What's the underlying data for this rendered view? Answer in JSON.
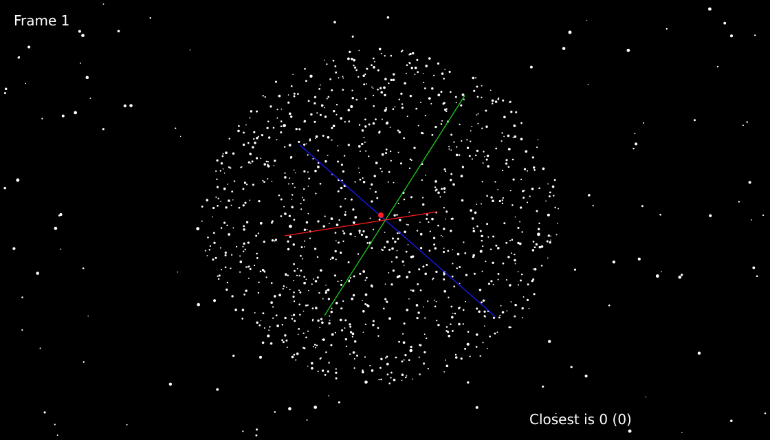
{
  "hud": {
    "frame_label": "Frame 1",
    "closest_label": "Closest is 0 (0)"
  },
  "colors": {
    "background": "#000000",
    "stars": "#ffffff",
    "x_axis": "#ff1a1a",
    "y_axis": "#1fd11f",
    "z_axis": "#1a1aff",
    "origin_marker": "#ff2020"
  },
  "scene": {
    "star_count": 1200
  }
}
